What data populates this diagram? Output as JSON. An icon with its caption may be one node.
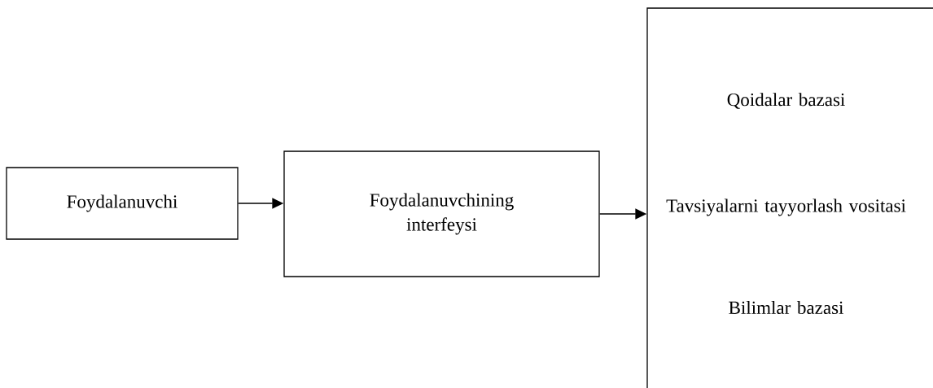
{
  "diagram": {
    "nodes": [
      {
        "text": [
          "Foydalanuvchi"
        ]
      },
      {
        "text": [
          "Foydalanuvchining interfeysi"
        ]
      },
      {
        "text": [
          "Qoidalar bazasi",
          "Tavsiyalarni tayyorlash vositasi",
          "Bilimlar bazasi"
        ]
      }
    ],
    "edges": [
      {
        "from": 0,
        "to": 1,
        "arrow": "to"
      },
      {
        "from": 1,
        "to": 2,
        "arrow": "to"
      }
    ]
  }
}
